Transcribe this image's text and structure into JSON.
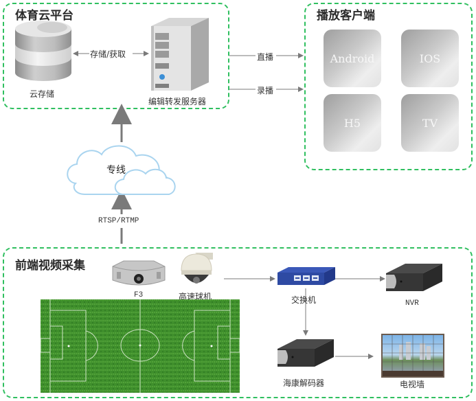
{
  "groups": {
    "cloud_platform": {
      "title": "体育云平台"
    },
    "clients": {
      "title": "播放客户端"
    },
    "frontend": {
      "title": "前端视频采集"
    }
  },
  "nodes": {
    "cloud_storage": "云存储",
    "edit_server": "编辑转发服务器",
    "dedicated_line": "专线",
    "f3_camera": "F3",
    "speed_dome": "高速球机",
    "switch": "交换机",
    "nvr": "NVR",
    "decoder": "海康解码器",
    "tv_wall": "电视墙"
  },
  "clients": [
    {
      "label": "Android"
    },
    {
      "label": "IOS"
    },
    {
      "label": "H5"
    },
    {
      "label": "TV"
    }
  ],
  "edges": {
    "storage_link": "存储/获取",
    "live": "直播",
    "recorded": "录播",
    "protocol": "RTSP/RTMP"
  },
  "colors": {
    "group_border": "#2fbf5f",
    "arrow": "#7a7a7a",
    "tile_text": "#f7f7f7"
  }
}
